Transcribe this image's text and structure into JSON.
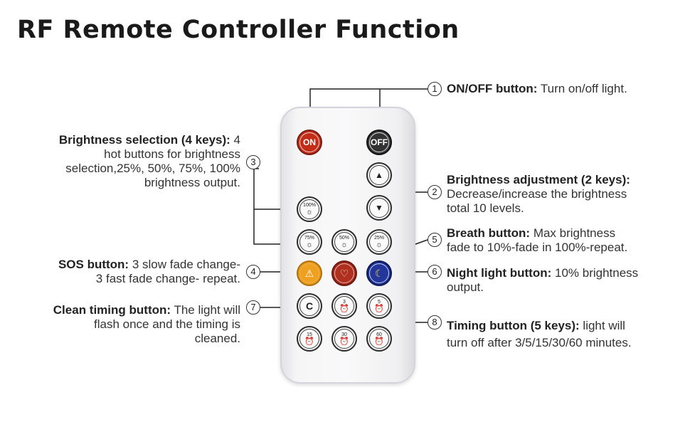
{
  "title": "RF Remote Controller Function",
  "annotations": {
    "a1": {
      "num": "1",
      "bold": "ON/OFF button:",
      "text": " Turn on/off light."
    },
    "a2": {
      "num": "2",
      "bold": "Brightness adjustment (2 keys):",
      "line2": "Decrease/increase the brightness",
      "line3": "total 10 levels."
    },
    "a3": {
      "num": "3",
      "bold": "Brightness selection (4 keys):",
      "text1": " 4",
      "line2": "hot buttons for brightness",
      "line3": "selection,25%, 50%, 75%, 100%",
      "line4": "brightness output."
    },
    "a4": {
      "num": "4",
      "bold": "SOS button:",
      "text1": " 3 slow fade change-",
      "line2": "3 fast fade change- repeat."
    },
    "a5": {
      "num": "5",
      "bold": "Breath button:",
      "text1": " Max brightness",
      "line2": "fade to 10%-fade in 100%-repeat."
    },
    "a6": {
      "num": "6",
      "bold": "Night light button:",
      "text1": " 10% brightness",
      "line2": "output."
    },
    "a7": {
      "num": "7",
      "bold": "Clean timing button:",
      "text1": " The light will",
      "line2": "flash once and the timing is",
      "line3": "cleaned."
    },
    "a8": {
      "num": "8",
      "bold": "Timing button (5 keys):",
      "text1": " light will",
      "line2": "turn off after 3/5/15/30/60 minutes."
    }
  },
  "buttons": {
    "on": "ON",
    "off": "OFF",
    "b100": "100%",
    "b75": "75%",
    "b50": "50%",
    "b25": "25%",
    "clean": "C",
    "t3": "3",
    "t5": "5",
    "t15": "15",
    "t30": "30",
    "t60": "60"
  },
  "colors": {
    "on": "#c22d1a",
    "off": "#333333",
    "sos": "#f0a020",
    "breath": "#b03020",
    "night": "#223799"
  }
}
